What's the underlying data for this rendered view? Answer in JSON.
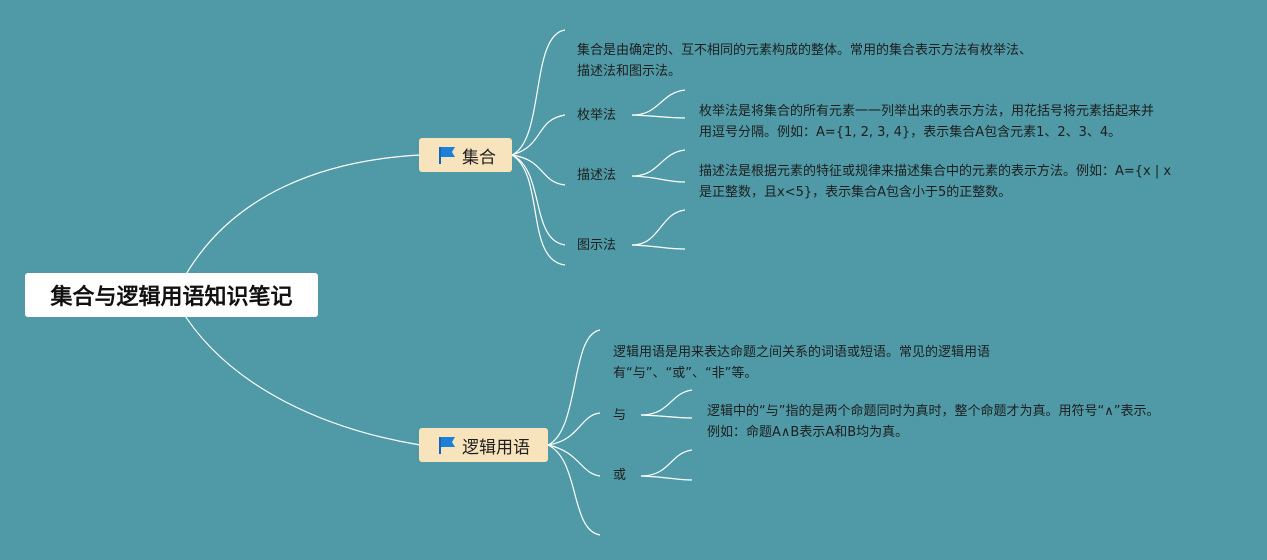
{
  "root": {
    "title": "集合与逻辑用语知识笔记"
  },
  "branches": {
    "sets": {
      "label": "集合",
      "definition_lines": [
        "集合是由确定的、互不相同的元素构成的整体。常用的集合表示方法有枚举法、",
        "描述法和图示法。"
      ],
      "methods": [
        {
          "label": "枚举法",
          "detail_lines": [
            "枚举法是将集合的所有元素一一列举出来的表示方法，用花括号将元素括起来并",
            "用逗号分隔。例如：A={1, 2, 3, 4}，表示集合A包含元素1、2、3、4。"
          ]
        },
        {
          "label": "描述法",
          "detail_lines": [
            "描述法是根据元素的特征或规律来描述集合中的元素的表示方法。例如：A={x | x",
            "是正整数，且x<5}，表示集合A包含小于5的正整数。"
          ]
        },
        {
          "label": "图示法",
          "detail_lines": []
        }
      ]
    },
    "logic": {
      "label": "逻辑用语",
      "definition_lines": [
        "逻辑用语是用来表达命题之间关系的词语或短语。常见的逻辑用语",
        "有“与”、“或”、“非”等。"
      ],
      "terms": [
        {
          "label": "与",
          "detail_lines": [
            "逻辑中的“与”指的是两个命题同时为真时，整个命题才为真。用符号“∧”表示。",
            "例如：命题A∧B表示A和B均为真。"
          ]
        },
        {
          "label": "或",
          "detail_lines": []
        }
      ]
    }
  },
  "colors": {
    "background": "#4f9aa6",
    "branch_fill": "#f7e3bc",
    "flag": "#1e7fd6",
    "link": "#ffffff"
  },
  "icons": {
    "branch_marker": "flag-icon"
  }
}
